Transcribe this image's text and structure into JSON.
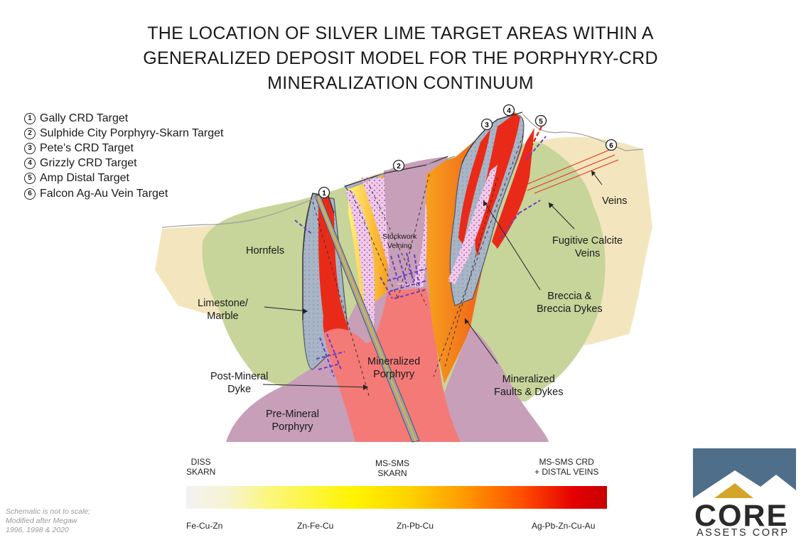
{
  "title": {
    "line1": "THE LOCATION OF SILVER LIME TARGET AREAS WITHIN A",
    "line2": "GENERALIZED DEPOSIT MODEL FOR THE PORPHYRY-CRD",
    "line3": "MINERALIZATION CONTINUUM"
  },
  "legend": [
    {
      "num": "1",
      "label": "Gally CRD Target"
    },
    {
      "num": "2",
      "label": "Sulphide City Porphyry-Skarn Target"
    },
    {
      "num": "3",
      "label": "Pete’s CRD Target"
    },
    {
      "num": "4",
      "label": "Grizzly CRD Target"
    },
    {
      "num": "5",
      "label": "Amp Distal Target"
    },
    {
      "num": "6",
      "label": "Falcon Ag-Au Vein Target"
    }
  ],
  "markers": [
    "1",
    "2",
    "3",
    "4",
    "5",
    "6"
  ],
  "labels": {
    "hornfels": "Hornfels",
    "limestone_1": "Limestone/",
    "limestone_2": "Marble",
    "postmineral_1": "Post-Mineral",
    "postmineral_2": "Dyke",
    "premineral_1": "Pre-Mineral",
    "premineral_2": "Porphyry",
    "mineralized_1": "Mineralized",
    "mineralized_2": "Porphyry",
    "stockwork_1": "Stockwork",
    "stockwork_2": "Veining",
    "veins": "Veins",
    "fugitive_1": "Fugitive Calcite",
    "fugitive_2": "Veins",
    "breccia_1": "Breccia &",
    "breccia_2": "Breccia Dykes",
    "faults_1": "Mineralized",
    "faults_2": "Faults & Dykes"
  },
  "zones": {
    "diss_1": "DISS",
    "diss_2": "SKARN",
    "ms_1": "MS-SMS",
    "ms_2": "SKARN",
    "crd_1": "MS-SMS CRD",
    "crd_2": "+ DISTAL VEINS"
  },
  "metals": [
    "Fe-Cu-Zn",
    "Zn-Fe-Cu",
    "Zn-Pb-Cu",
    "Ag-Pb-Zn-Cu-Au"
  ],
  "note": {
    "line1": "Schematic is not to scale;",
    "line2": "Modified after Megaw",
    "line3": "1996, 1998 & 2020"
  },
  "logo": {
    "word": "CORE",
    "sub": "ASSETS CORP"
  },
  "colors": {
    "hornfels": "#c7d49a",
    "host": "#f3e6be",
    "limestone": "#a8b5c6",
    "premineral": "#c79fb9",
    "porphyry": "#f47a78",
    "skarn_orange": "#f7931e",
    "skarn_red": "#ea2a18",
    "breccia": "#f3c9e8",
    "vein_purple": "#6a3ec2",
    "logo_blue": "#4f6e8a",
    "logo_gold": "#d3a629"
  }
}
